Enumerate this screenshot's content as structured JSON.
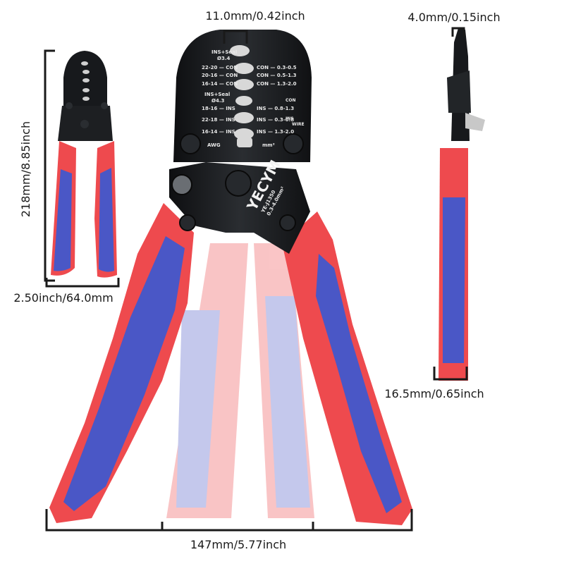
{
  "dimensions": {
    "jaw_width": "11.0mm/0.42inch",
    "thickness_top": "4.0mm/0.15inch",
    "height": "218mm/8.85inch",
    "folded_width": "2.50inch/64.0mm",
    "handle_thickness": "16.5mm/0.65inch",
    "open_span": "147mm/5.77inch"
  },
  "tool": {
    "brand": "YECYM",
    "model": "YE-J1350",
    "model_sub": "0.3-4.0mm²",
    "die_left": [
      {
        "awg": "22-20",
        "tag": "CON"
      },
      {
        "awg": "20-16",
        "tag": "CON"
      },
      {
        "awg": "16-14",
        "tag": "CON"
      },
      {
        "awg": "18-16",
        "tag": "INS"
      },
      {
        "awg": "22-18",
        "tag": "INS"
      },
      {
        "awg": "16-14",
        "tag": "INS"
      }
    ],
    "die_right": [
      {
        "mm": "0.3-0.5",
        "tag": "CON"
      },
      {
        "mm": "0.5-1.3",
        "tag": "CON"
      },
      {
        "mm": "1.3-2.0",
        "tag": "CON"
      },
      {
        "mm": "0.8-1.3",
        "tag": "INS"
      },
      {
        "mm": "0.3-0.8",
        "tag": "INS"
      },
      {
        "mm": "1.3-2.0",
        "tag": "INS"
      }
    ],
    "seal_top": "INS+Seal",
    "seal_top_size": "Ø3.4",
    "seal_mid": "INS+Seal",
    "seal_mid_size": "Ø4.3",
    "unit_left": "AWG",
    "unit_right": "mm²",
    "legend_con": "CON",
    "legend_ins": "INS",
    "legend_wire": "WIRE"
  },
  "colors": {
    "handle_red": "#ee4a4e",
    "grip_blue": "#4a57c6",
    "head_black": "#17191c"
  }
}
